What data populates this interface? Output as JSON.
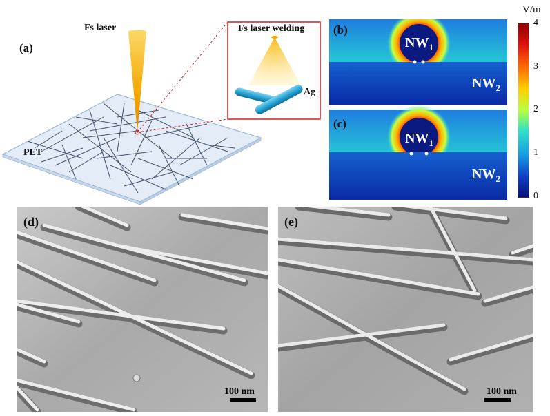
{
  "panel_a": {
    "label": "(a)",
    "laser_label": "Fs laser",
    "substrate_label": "PET",
    "inset_title": "Fs laser welding",
    "inset_material": "Ag"
  },
  "panel_b": {
    "label": "(b)",
    "nw1": "NW",
    "nw1_sub": "1",
    "nw2": "NW",
    "nw2_sub": "2"
  },
  "panel_c": {
    "label": "(c)",
    "nw1": "NW",
    "nw1_sub": "1",
    "nw2": "NW",
    "nw2_sub": "2"
  },
  "colorbar": {
    "unit": "V/m",
    "ticks": [
      "4",
      "3",
      "2",
      "1",
      "0"
    ]
  },
  "panel_d": {
    "label": "(d)",
    "scale": "100 nm"
  },
  "panel_e": {
    "label": "(e)",
    "scale": "100 nm"
  },
  "colors": {
    "laser": "#f5a800",
    "nanowire": "#2aa6d6",
    "inset_border": "#d22222",
    "substrate": "#e3ecf7"
  }
}
